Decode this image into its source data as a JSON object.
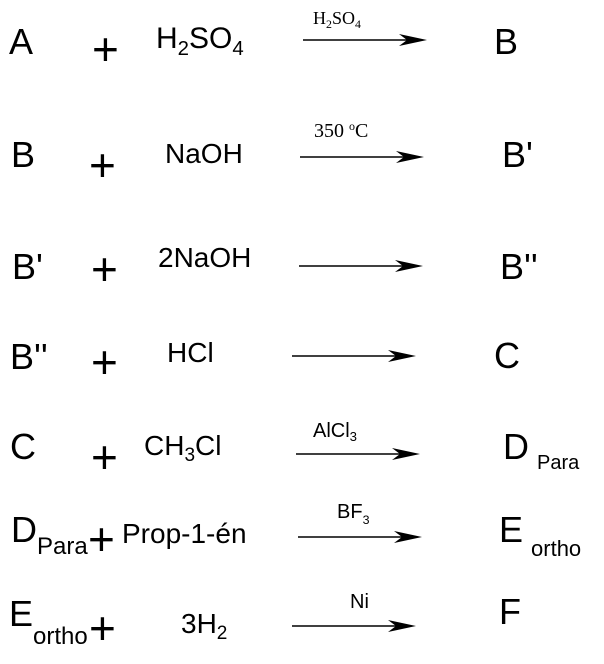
{
  "reactions": [
    {
      "r1": "A",
      "r2_pre": "H",
      "r2_sub1": "2",
      "r2_mid": "SO",
      "r2_sub2": "4",
      "cond_pre": "H",
      "cond_sub1": "2",
      "cond_mid": "SO",
      "cond_sub2": "4",
      "product": "B"
    },
    {
      "r1": "B",
      "r2": "NaOH",
      "cond_value": "350 ",
      "cond_deg": "o",
      "cond_unit": "C",
      "product": "B'"
    },
    {
      "r1": "B'",
      "r2": "2NaOH",
      "product": "B''"
    },
    {
      "r1": "B''",
      "r2": "HCl",
      "product": "C"
    },
    {
      "r1": "C",
      "r2_pre": "CH",
      "r2_sub": "3",
      "r2_post": "Cl",
      "cond_pre": "AlCl",
      "cond_sub": "3",
      "product_main": "D",
      "product_sub": "Para"
    },
    {
      "r1_main": "D",
      "r1_sub": "Para",
      "r2": "Prop-1-én",
      "cond_pre": "BF",
      "cond_sub": "3",
      "product_main": "E",
      "product_sub": "ortho"
    },
    {
      "r1_main": "E",
      "r1_sub": "ortho",
      "r2_pre": "3H",
      "r2_sub": "2",
      "cond": "Ni",
      "product": "F"
    }
  ],
  "plus_sign": "+"
}
